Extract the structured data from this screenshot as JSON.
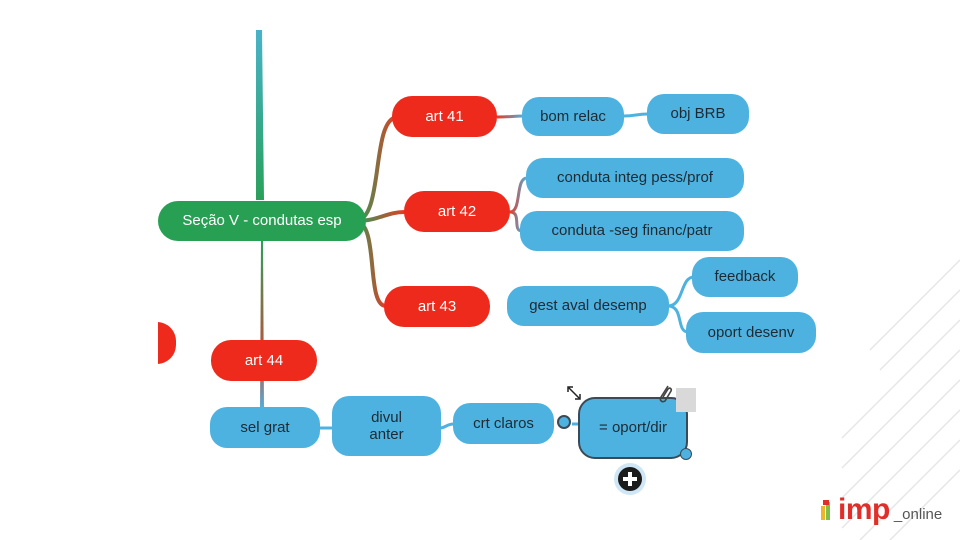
{
  "colors": {
    "green": "#28a054",
    "red": "#ee2a1c",
    "blue": "#4eb2e0",
    "brand_red": "#e02f2a"
  },
  "nodes": {
    "root": "Seção V - condutas esp",
    "art41": "art 41",
    "art42": "art 42",
    "art43": "art 43",
    "art44": "art 44",
    "bom_relac": "bom relac",
    "obj_brb": "obj BRB",
    "conduta_integ": "conduta integ pess/prof",
    "conduta_seg": "conduta -seg financ/patr",
    "gest_aval": "gest aval desemp",
    "feedback": "feedback",
    "oport_desenv": "oport desenv",
    "sel_grat": "sel grat",
    "divul_anter": "divul anter",
    "crt_claros": "crt claros",
    "oport_dir": "= oport/dir"
  },
  "icons": [
    "resize-arrows-icon",
    "paperclip-icon",
    "add-circle-icon"
  ],
  "logo": {
    "main": "imp",
    "sub": "_online"
  }
}
